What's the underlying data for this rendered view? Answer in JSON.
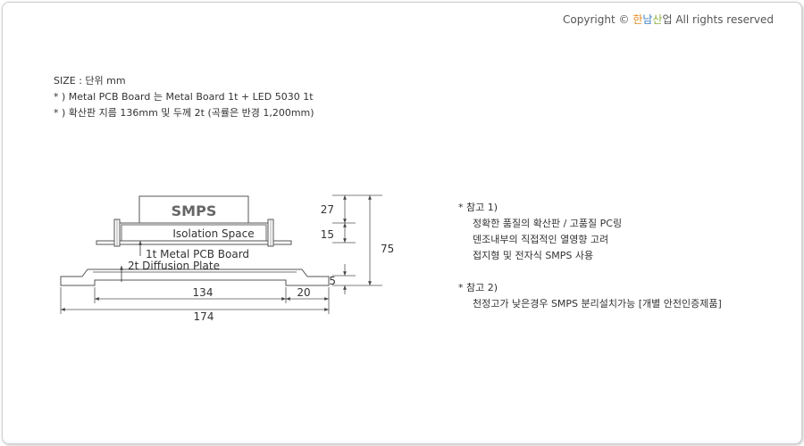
{
  "copyright": {
    "prefix": "Copyright © ",
    "brand_1": "한",
    "brand_2": "남",
    "brand_3": "산",
    "brand_4": "업",
    "suffix": " All rights reserved",
    "colors": {
      "brand_1": "#e08a1e",
      "brand_2": "#3a7fc4",
      "brand_3": "#8db03a"
    }
  },
  "notes": [
    "SIZE : 단위 mm",
    "* ) Metal PCB Board 는 Metal Board 1t + LED 5030 1t",
    "* ) 확산판 지름 136mm 및 두께 2t (곡률은 반경 1,200mm)"
  ],
  "diagram": {
    "smps_label": "SMPS",
    "isolation_label": "Isolation Space",
    "pcb_label": "1t Metal PCB Board",
    "diffusion_label": "2t Diffusion Plate",
    "dims": {
      "d27": "27",
      "d15": "15",
      "d5": "5",
      "d75": "75",
      "d134": "134",
      "d20": "20",
      "d174": "174"
    }
  },
  "references": [
    {
      "head": "* 참고 1)",
      "items": [
        "정확한 품질의 확산판 / 고품질 PC링",
        "덴조내부의 직접적인 열영향 고려",
        "접지형 및 전자식 SMPS 사용"
      ]
    },
    {
      "head": "* 참고 2)",
      "items": [
        "천정고가 낮은경우 SMPS 분리설치가능 [개별 안전인증제품]"
      ]
    }
  ]
}
